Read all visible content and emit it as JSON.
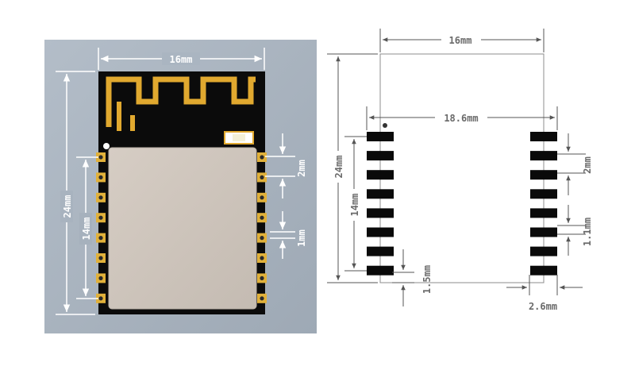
{
  "photo_panel": {
    "dims": {
      "width": "16mm",
      "height": "24mm",
      "pin_span": "14mm",
      "pitch": "2mm",
      "pad_width": "1mm"
    },
    "colors": {
      "panel": "#a9b4c0",
      "board": "#0b0b0b",
      "antenna": "#e1a92f",
      "shield": "#cdc4bb",
      "pad": "#e1b13a"
    },
    "pads_per_side": 8
  },
  "footprint_drawing": {
    "dims": {
      "width": "16mm",
      "pad_span": "18.6mm",
      "height": "24mm",
      "pin_span": "14mm",
      "pitch": "2mm",
      "pad_width": "1.1mm",
      "bottom_offset": "1.5mm",
      "pad_length": "2.6mm"
    },
    "colors": {
      "outline": "#8c8c8c",
      "pad": "#0a0a0a",
      "dimension_line": "#555555"
    },
    "pads_per_side": 8
  }
}
